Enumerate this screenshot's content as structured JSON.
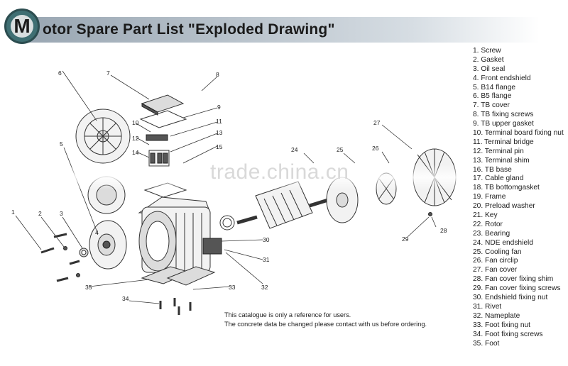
{
  "header": {
    "logo_letter": "M",
    "title": "otor Spare Part List \"Exploded Drawing\""
  },
  "parts": [
    "1. Screw",
    "2. Gasket",
    "3. Oil seal",
    "4. Front endshield",
    "5. B14 flange",
    "6. B5 flange",
    "7. TB cover",
    "8. TB fixing screws",
    "9. TB upper gasket",
    "10. Terminal board fixing nut",
    "11. Terminal bridge",
    "12. Terminal pin",
    "13. Terminal shim",
    "16. TB base",
    "17. Cable gland",
    "18. TB bottomgasket",
    "19. Frame",
    "20. Preload washer",
    "21. Key",
    "22. Rotor",
    "23. Bearing",
    "24. NDE endshield",
    "25. Cooling fan",
    "26. Fan circlip",
    "27. Fan cover",
    "28. Fan cover fixing shim",
    "29. Fan cover fixing screws",
    "30. Endshield fixing nut",
    "31. Rivet",
    "32. Nameplate",
    "33. Foot fixing nut",
    "34. Foot fixing screws",
    "35. Foot"
  ],
  "footnote": {
    "line1": "This catalogue is only a reference for users.",
    "line2": "The concrete data be changed please contact with us before ordering."
  },
  "watermark": "trade.china.cn",
  "callouts": {
    "c1": "1",
    "c2": "2",
    "c3": "3",
    "c4": "4",
    "c5": "5",
    "c6": "6",
    "c7": "7",
    "c8": "8",
    "c9": "9",
    "c10": "10",
    "c11": "11",
    "c12": "12",
    "c13": "13",
    "c14": "14",
    "c15": "15",
    "c24": "24",
    "c25": "25",
    "c26": "26",
    "c27": "27",
    "c28": "28",
    "c29": "29",
    "c30": "30",
    "c31": "31",
    "c32": "32",
    "c33": "33",
    "c34": "34",
    "c35": "35"
  }
}
